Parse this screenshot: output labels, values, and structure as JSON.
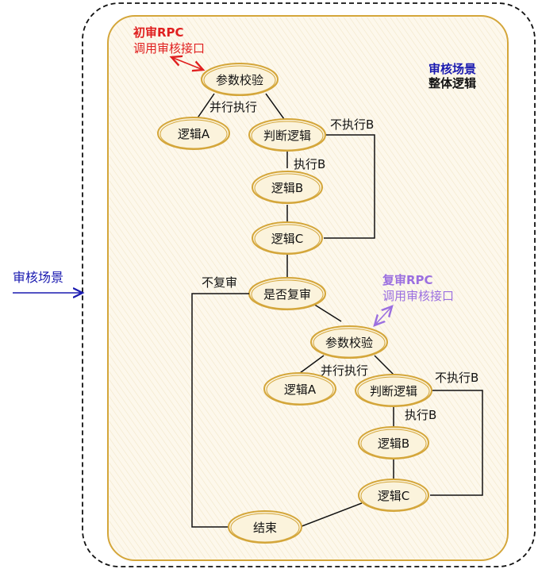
{
  "outer_label": "审核场景",
  "scene_title": "审核场景",
  "scene_subtitle": "整体逻辑",
  "first_rpc": {
    "title": "初审RPC",
    "subtitle": "调用审核接口"
  },
  "second_rpc": {
    "title": "复审RPC",
    "subtitle": "调用审核接口"
  },
  "first_flow": {
    "param_check": "参数校验",
    "parallel": "并行执行",
    "logic_a": "逻辑A",
    "judge": "判断逻辑",
    "no_exec_b": "不执行B",
    "exec_b": "执行B",
    "logic_b": "逻辑B",
    "logic_c": "逻辑C"
  },
  "decision": "是否复审",
  "no_review": "不复审",
  "second_flow": {
    "param_check": "参数校验",
    "parallel": "并行执行",
    "logic_a": "逻辑A",
    "judge": "判断逻辑",
    "no_exec_b": "不执行B",
    "exec_b": "执行B",
    "logic_b": "逻辑B",
    "logic_c": "逻辑C"
  },
  "end": "结束",
  "colors": {
    "node_fill": "#fbf3dc",
    "node_stroke": "#d4a63a",
    "panel_fill": "#fdf8ec",
    "panel_stroke": "#d4a63a",
    "first_rpc": "#e02020",
    "second_rpc": "#9b6fe0",
    "scene_title": "#1a1ab0",
    "outer_arrow": "#1a1ab0"
  }
}
